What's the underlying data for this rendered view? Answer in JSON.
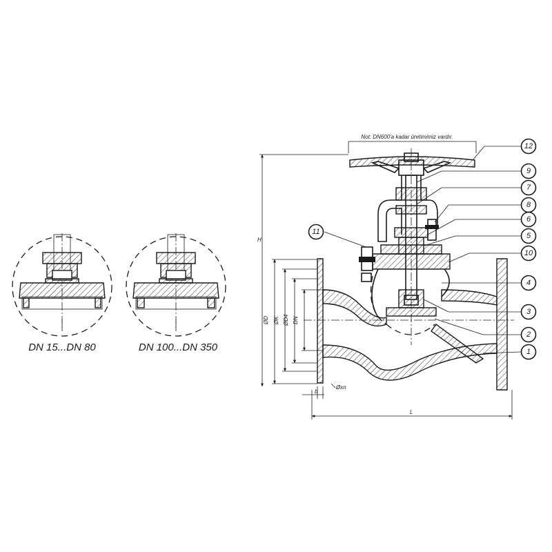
{
  "note": "Not: DN600'a kadar üretimimiz vardır.",
  "detail_views": [
    {
      "caption": "DN 15...DN 80"
    },
    {
      "caption": "DN 100...DN 350"
    }
  ],
  "dimensions": {
    "height": "H",
    "length": "L",
    "flange_thickness": "b",
    "bolt_holes": "Øxn",
    "diam_D": "ØD",
    "diam_K": "ØK",
    "diam_D4": "ØD4",
    "nominal": "DN"
  },
  "parts": [
    {
      "number": "12"
    },
    {
      "number": "9"
    },
    {
      "number": "7"
    },
    {
      "number": "8"
    },
    {
      "number": "6"
    },
    {
      "number": "5"
    },
    {
      "number": "10"
    },
    {
      "number": "4"
    },
    {
      "number": "3"
    },
    {
      "number": "2"
    },
    {
      "number": "1"
    },
    {
      "number": "11"
    }
  ]
}
